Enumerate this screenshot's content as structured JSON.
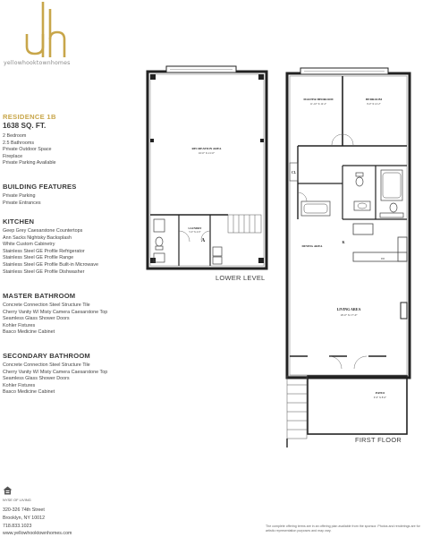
{
  "brand": {
    "tagline": "yellowhooktownhomes"
  },
  "residence": {
    "title": "RESIDENCE 1B",
    "sqft": "1638 SQ. FT.",
    "features": [
      "2 Bedroom",
      "2.5 Bathrooms",
      "Private Outdoor Space",
      "Fireplace",
      "Private Parking Available"
    ]
  },
  "sections": {
    "building": {
      "title": "BUILDING FEATURES",
      "items": [
        "Private Parking",
        "Private Entrances"
      ]
    },
    "kitchen": {
      "title": "KITCHEN",
      "items": [
        "Geep Grey Caesarstone Countertops",
        "Ann Sacks Nightsky Backsplash",
        "White Custom Cabinetry",
        "Stainless Steel GE Profile Refrigerator",
        "Stainless Steel GE Profile Range",
        "Stainless Steel GE Profile Built-in Microwave",
        "Stainless Steel GE Profile Dishwasher"
      ]
    },
    "master_bath": {
      "title": "MASTER BATHROOM",
      "items": [
        "Concrete Connection Steel Structure Tile",
        "Cherry Vanity W/ Misty Camera Caesarstone Top",
        "Seamless Glass Shower Doors",
        "Kohler Fixtures",
        "Basco Medicine Cabinet"
      ]
    },
    "secondary_bath": {
      "title": "SECONDARY BATHROOM",
      "items": [
        "Concrete Connection Steel Structure Tile",
        "Cherry Vanity W/ Misty Camera Caesarstone Top",
        "Seamless Glass Shower Doors",
        "Kohler Fixtures",
        "Basco Medicine Cabinet"
      ]
    }
  },
  "contact": {
    "brokerage": "NYSE OF LIVING",
    "address1": "320-326 74th Street",
    "address2": "Brooklyn, NY 10012",
    "phone": "718.833.1023",
    "website": "www.yellowhooktownhomes.com"
  },
  "disclaimer": "The complete offering terms are in an offering plan available from the sponsor. Photos and renderings are for artistic representation purposes and may vary.",
  "plans": {
    "lower": {
      "label": "LOWER LEVEL",
      "rooms": [
        {
          "name": "RECREATION AREA",
          "dim": "16'-0\" X 21'-0\""
        },
        {
          "name": "LAUNDRY",
          "dim": "5'-0\" X 4'-0\""
        }
      ],
      "markers": [
        "A"
      ]
    },
    "first": {
      "label": "FIRST FLOOR",
      "rooms": [
        {
          "name": "MASTER BEDROOM",
          "dim": "11'-10\" X 12'-2\""
        },
        {
          "name": "BEDROOM",
          "dim": "9'-0\" X 12'-2\""
        },
        {
          "name": "DINING AREA",
          "dim": ""
        },
        {
          "name": "LIVING AREA",
          "dim": "10'-0\" X 17'-0\""
        },
        {
          "name": "PATIO",
          "dim": "9'-0\" X 8'-6\""
        }
      ],
      "markers": [
        "CL",
        "K",
        "DW"
      ]
    }
  }
}
